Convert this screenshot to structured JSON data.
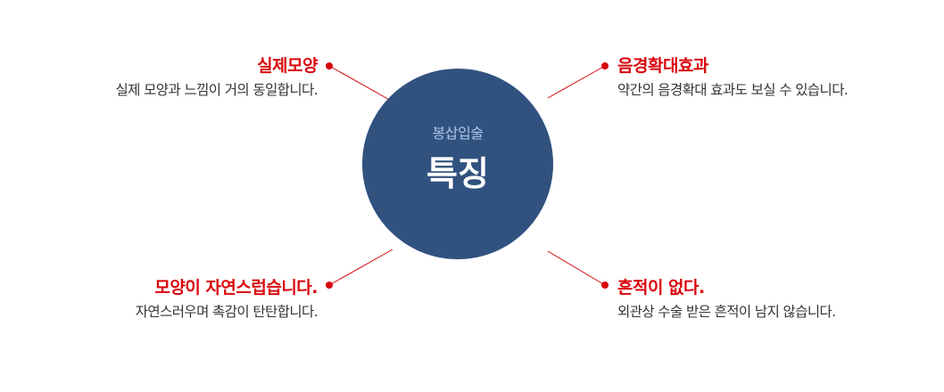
{
  "center": {
    "subtitle": "봉삽입술",
    "title": "특징"
  },
  "features": {
    "top_left": {
      "title": "실제모양",
      "desc": "실제 모양과 느낌이 거의 동일합니다."
    },
    "top_right": {
      "title": "음경확대효과",
      "desc": "약간의 음경확대 효과도 보실 수 있습니다."
    },
    "bottom_left": {
      "title": "모양이 자연스럽습니다.",
      "desc": "자연스러우며 촉감이 탄탄합니다."
    },
    "bottom_right": {
      "title": "흔적이 없다.",
      "desc": "외관상 수술 받은 흔적이 남지 않습니다."
    }
  },
  "colors": {
    "circle": "#31527f",
    "accent": "#d9060c",
    "subtitle": "#a9c7ee",
    "text": "#333333"
  }
}
